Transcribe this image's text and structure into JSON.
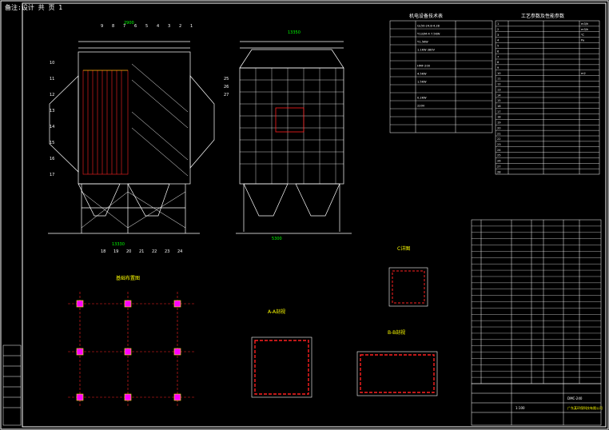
{
  "header_note": "备注:设计 共 页 1",
  "tables": {
    "equipment_title": "机电设备技术表",
    "process_title": "工艺参数及性能参数",
    "equipment_rows": [
      [
        "",
        "GL50-24.8-4.28",
        ""
      ],
      [
        "",
        "Y132M-4 7.5KW",
        ""
      ],
      [
        "",
        "Y1.5KW",
        ""
      ],
      [
        "",
        "1.1KW 380V",
        ""
      ],
      [
        "",
        "",
        ""
      ],
      [
        "",
        "HMF-200",
        ""
      ],
      [
        "",
        "4.5KW",
        ""
      ],
      [
        "",
        "1.5KW",
        ""
      ],
      [
        "",
        "",
        ""
      ],
      [
        "",
        "0.2KW",
        ""
      ],
      [
        "",
        "220V",
        ""
      ],
      [
        "",
        "",
        ""
      ],
      [
        "",
        "",
        ""
      ],
      [
        "",
        "",
        ""
      ]
    ],
    "process_rows": [
      [
        "1",
        "",
        "m3/h"
      ],
      [
        "2",
        "",
        "m3/h"
      ],
      [
        "3",
        "",
        "℃"
      ],
      [
        "4",
        "",
        "Pa"
      ],
      [
        "5",
        "",
        ""
      ],
      [
        "6",
        "",
        ""
      ],
      [
        "7",
        "",
        ""
      ],
      [
        "8",
        "",
        ""
      ],
      [
        "9",
        "",
        ""
      ],
      [
        "10",
        "",
        "m2"
      ],
      [
        "11",
        "",
        ""
      ],
      [
        "12",
        "",
        ""
      ],
      [
        "13",
        "",
        ""
      ],
      [
        "14",
        "",
        ""
      ],
      [
        "15",
        "",
        ""
      ],
      [
        "16",
        "",
        ""
      ],
      [
        "17",
        "",
        ""
      ],
      [
        "18",
        "",
        ""
      ],
      [
        "19",
        "",
        ""
      ],
      [
        "20",
        "",
        ""
      ],
      [
        "21",
        "",
        ""
      ],
      [
        "22",
        "",
        ""
      ],
      [
        "23",
        "",
        ""
      ],
      [
        "24",
        "",
        ""
      ],
      [
        "25",
        "",
        ""
      ],
      [
        "26",
        "",
        ""
      ],
      [
        "27",
        "",
        ""
      ],
      [
        "28",
        "",
        ""
      ]
    ],
    "parts_rows_count": 26
  },
  "views": {
    "front_dims": [
      "2900",
      "13330"
    ],
    "side_dims": [
      "13350",
      "5300"
    ],
    "plan_title": "基础布置图",
    "section_a_title": "A-A剖视",
    "section_b_title": "B-B剖视",
    "detail_title": "C详图"
  },
  "callouts": [
    "1",
    "2",
    "3",
    "4",
    "5",
    "6",
    "7",
    "8",
    "9",
    "10",
    "11",
    "12",
    "13",
    "14",
    "15",
    "16",
    "17",
    "18",
    "19",
    "20",
    "21",
    "22",
    "23",
    "24",
    "25",
    "26",
    "27"
  ],
  "title_block": {
    "company": "广东某环保科技有限公司",
    "drawing_no": "DMC-240",
    "scale": "1:100"
  },
  "colors": {
    "line": "#ffffff",
    "red": "#ff2020",
    "yellow": "#ffff00",
    "green": "#00ff00",
    "magenta": "#ff00ff",
    "cyan": "#00ffff"
  }
}
